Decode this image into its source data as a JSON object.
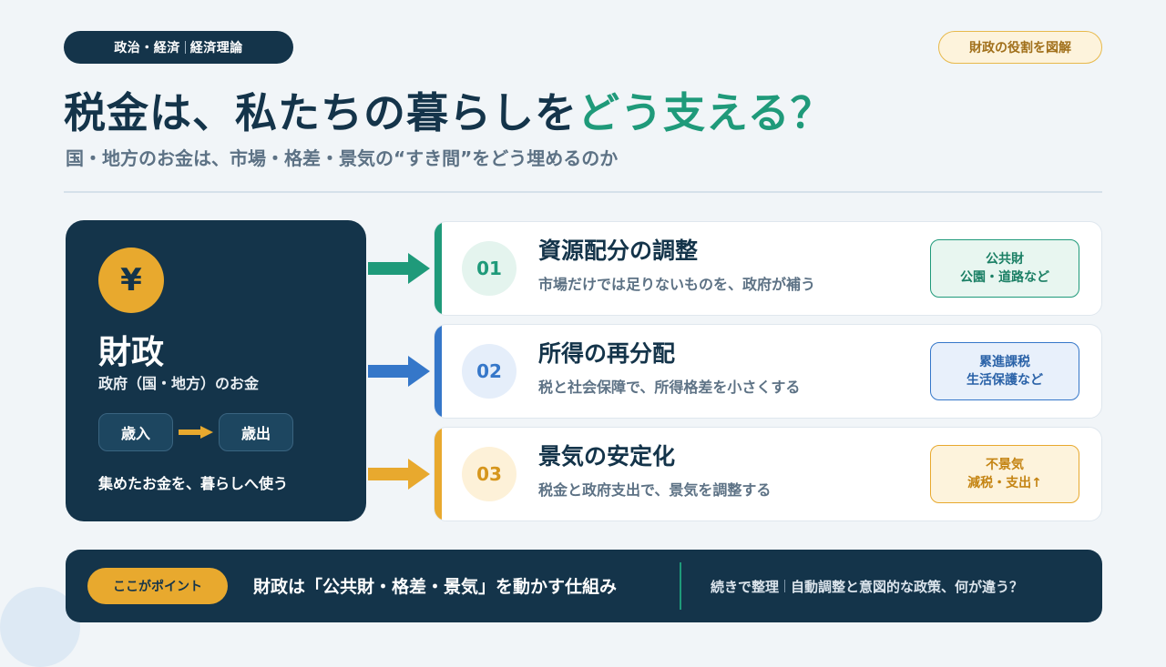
{
  "header": {
    "subject": "政治・経済",
    "topic": "経済理論",
    "role_tag": "財政の役割を図解",
    "title_main": "税金は、私たちの暮らしを",
    "title_accent": "どう支える？",
    "subtitle": "国・地方のお金は、市場・格差・景気の“すき間”をどう埋めるのか"
  },
  "zaisei": {
    "symbol": "¥",
    "title": "財政",
    "subtitle": "政府（国・地方）のお金",
    "revenue": "歳入",
    "expenditure": "歳出",
    "note": "集めたお金を、暮らしへ使う"
  },
  "roles": [
    {
      "number": "01",
      "title": "資源配分の調整",
      "description": "市場だけでは足りないものを、政府が補う",
      "tag_line1": "公共財",
      "tag_line2": "公園・道路など"
    },
    {
      "number": "02",
      "title": "所得の再分配",
      "description": "税と社会保障で、所得格差を小さくする",
      "tag_line1": "累進課税",
      "tag_line2": "生活保護など"
    },
    {
      "number": "03",
      "title": "景気の安定化",
      "description": "税金と政府支出で、景気を調整する",
      "tag_line1": "不景気",
      "tag_line2": "減税・支出↑"
    }
  ],
  "footer": {
    "point_label": "ここがポイント",
    "main_text": "財政は「公共財・格差・景気」を動かす仕組み",
    "next_label": "続きで整理",
    "next_text": "自動調整と意図的な政策、何が違う？"
  },
  "colors": {
    "navy": "#14344a",
    "green": "#1f9a7a",
    "blue": "#3577c9",
    "gold": "#e8a92e"
  }
}
